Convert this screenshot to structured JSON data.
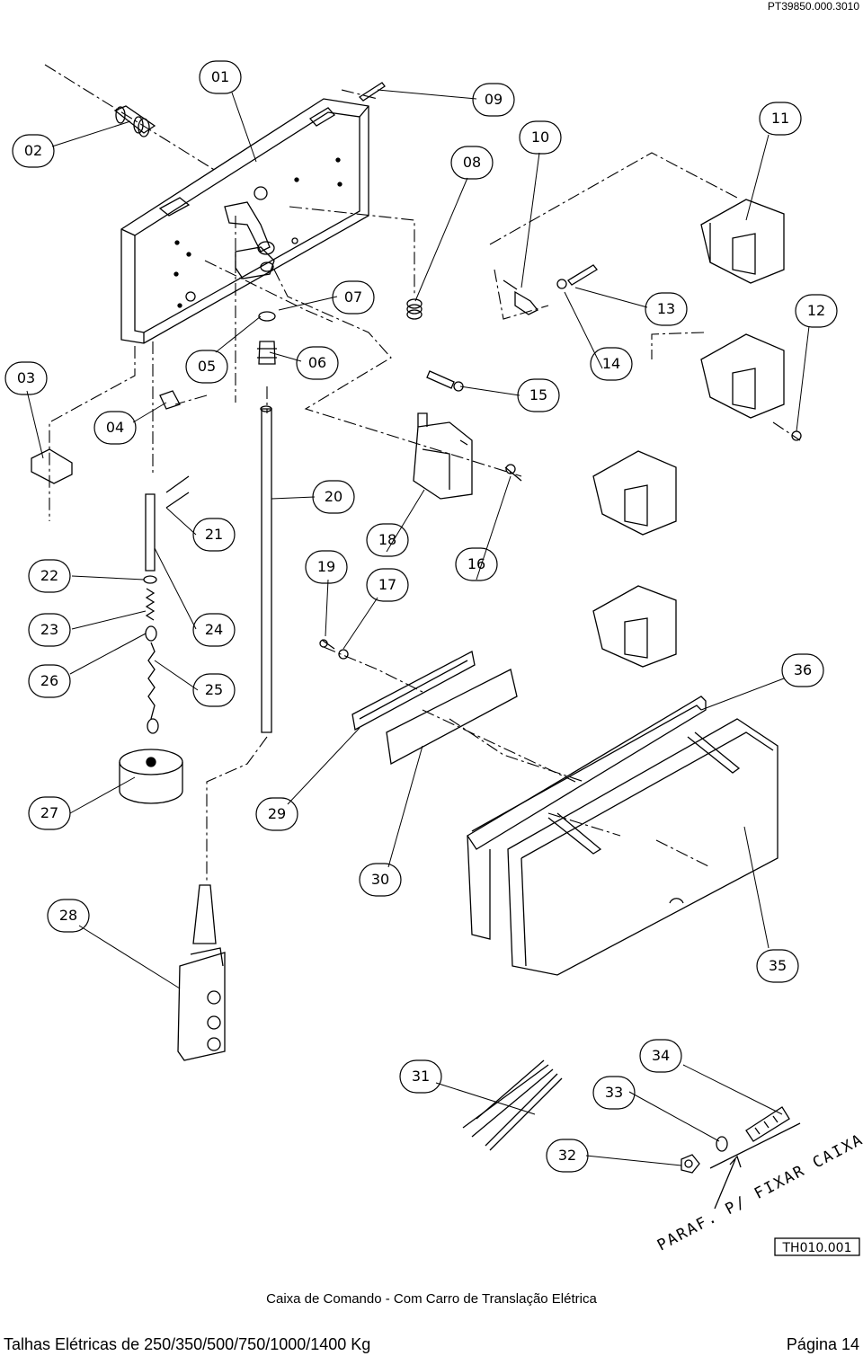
{
  "header": {
    "doc_code": "PT39850.000.3010"
  },
  "callouts": [
    {
      "label": "01"
    },
    {
      "label": "02"
    },
    {
      "label": "03"
    },
    {
      "label": "04"
    },
    {
      "label": "05"
    },
    {
      "label": "06"
    },
    {
      "label": "07"
    },
    {
      "label": "08"
    },
    {
      "label": "09"
    },
    {
      "label": "10"
    },
    {
      "label": "11"
    },
    {
      "label": "12"
    },
    {
      "label": "13"
    },
    {
      "label": "14"
    },
    {
      "label": "15"
    },
    {
      "label": "16"
    },
    {
      "label": "17"
    },
    {
      "label": "18"
    },
    {
      "label": "19"
    },
    {
      "label": "20"
    },
    {
      "label": "21"
    },
    {
      "label": "22"
    },
    {
      "label": "23"
    },
    {
      "label": "24"
    },
    {
      "label": "25"
    },
    {
      "label": "26"
    },
    {
      "label": "27"
    },
    {
      "label": "28"
    },
    {
      "label": "29"
    },
    {
      "label": "30"
    },
    {
      "label": "31"
    },
    {
      "label": "32"
    },
    {
      "label": "33"
    },
    {
      "label": "34"
    },
    {
      "label": "35"
    },
    {
      "label": "36"
    }
  ],
  "annotation": {
    "screw_note": "PARAF. P/ FIXAR CAIXA",
    "drawing_ref": "TH010.001"
  },
  "caption": "Caixa de Comando - Com Carro de Translação Elétrica",
  "footer": {
    "left": "Talhas Elétricas de 250/350/500/750/1000/1400 Kg",
    "right": "Página 14"
  }
}
